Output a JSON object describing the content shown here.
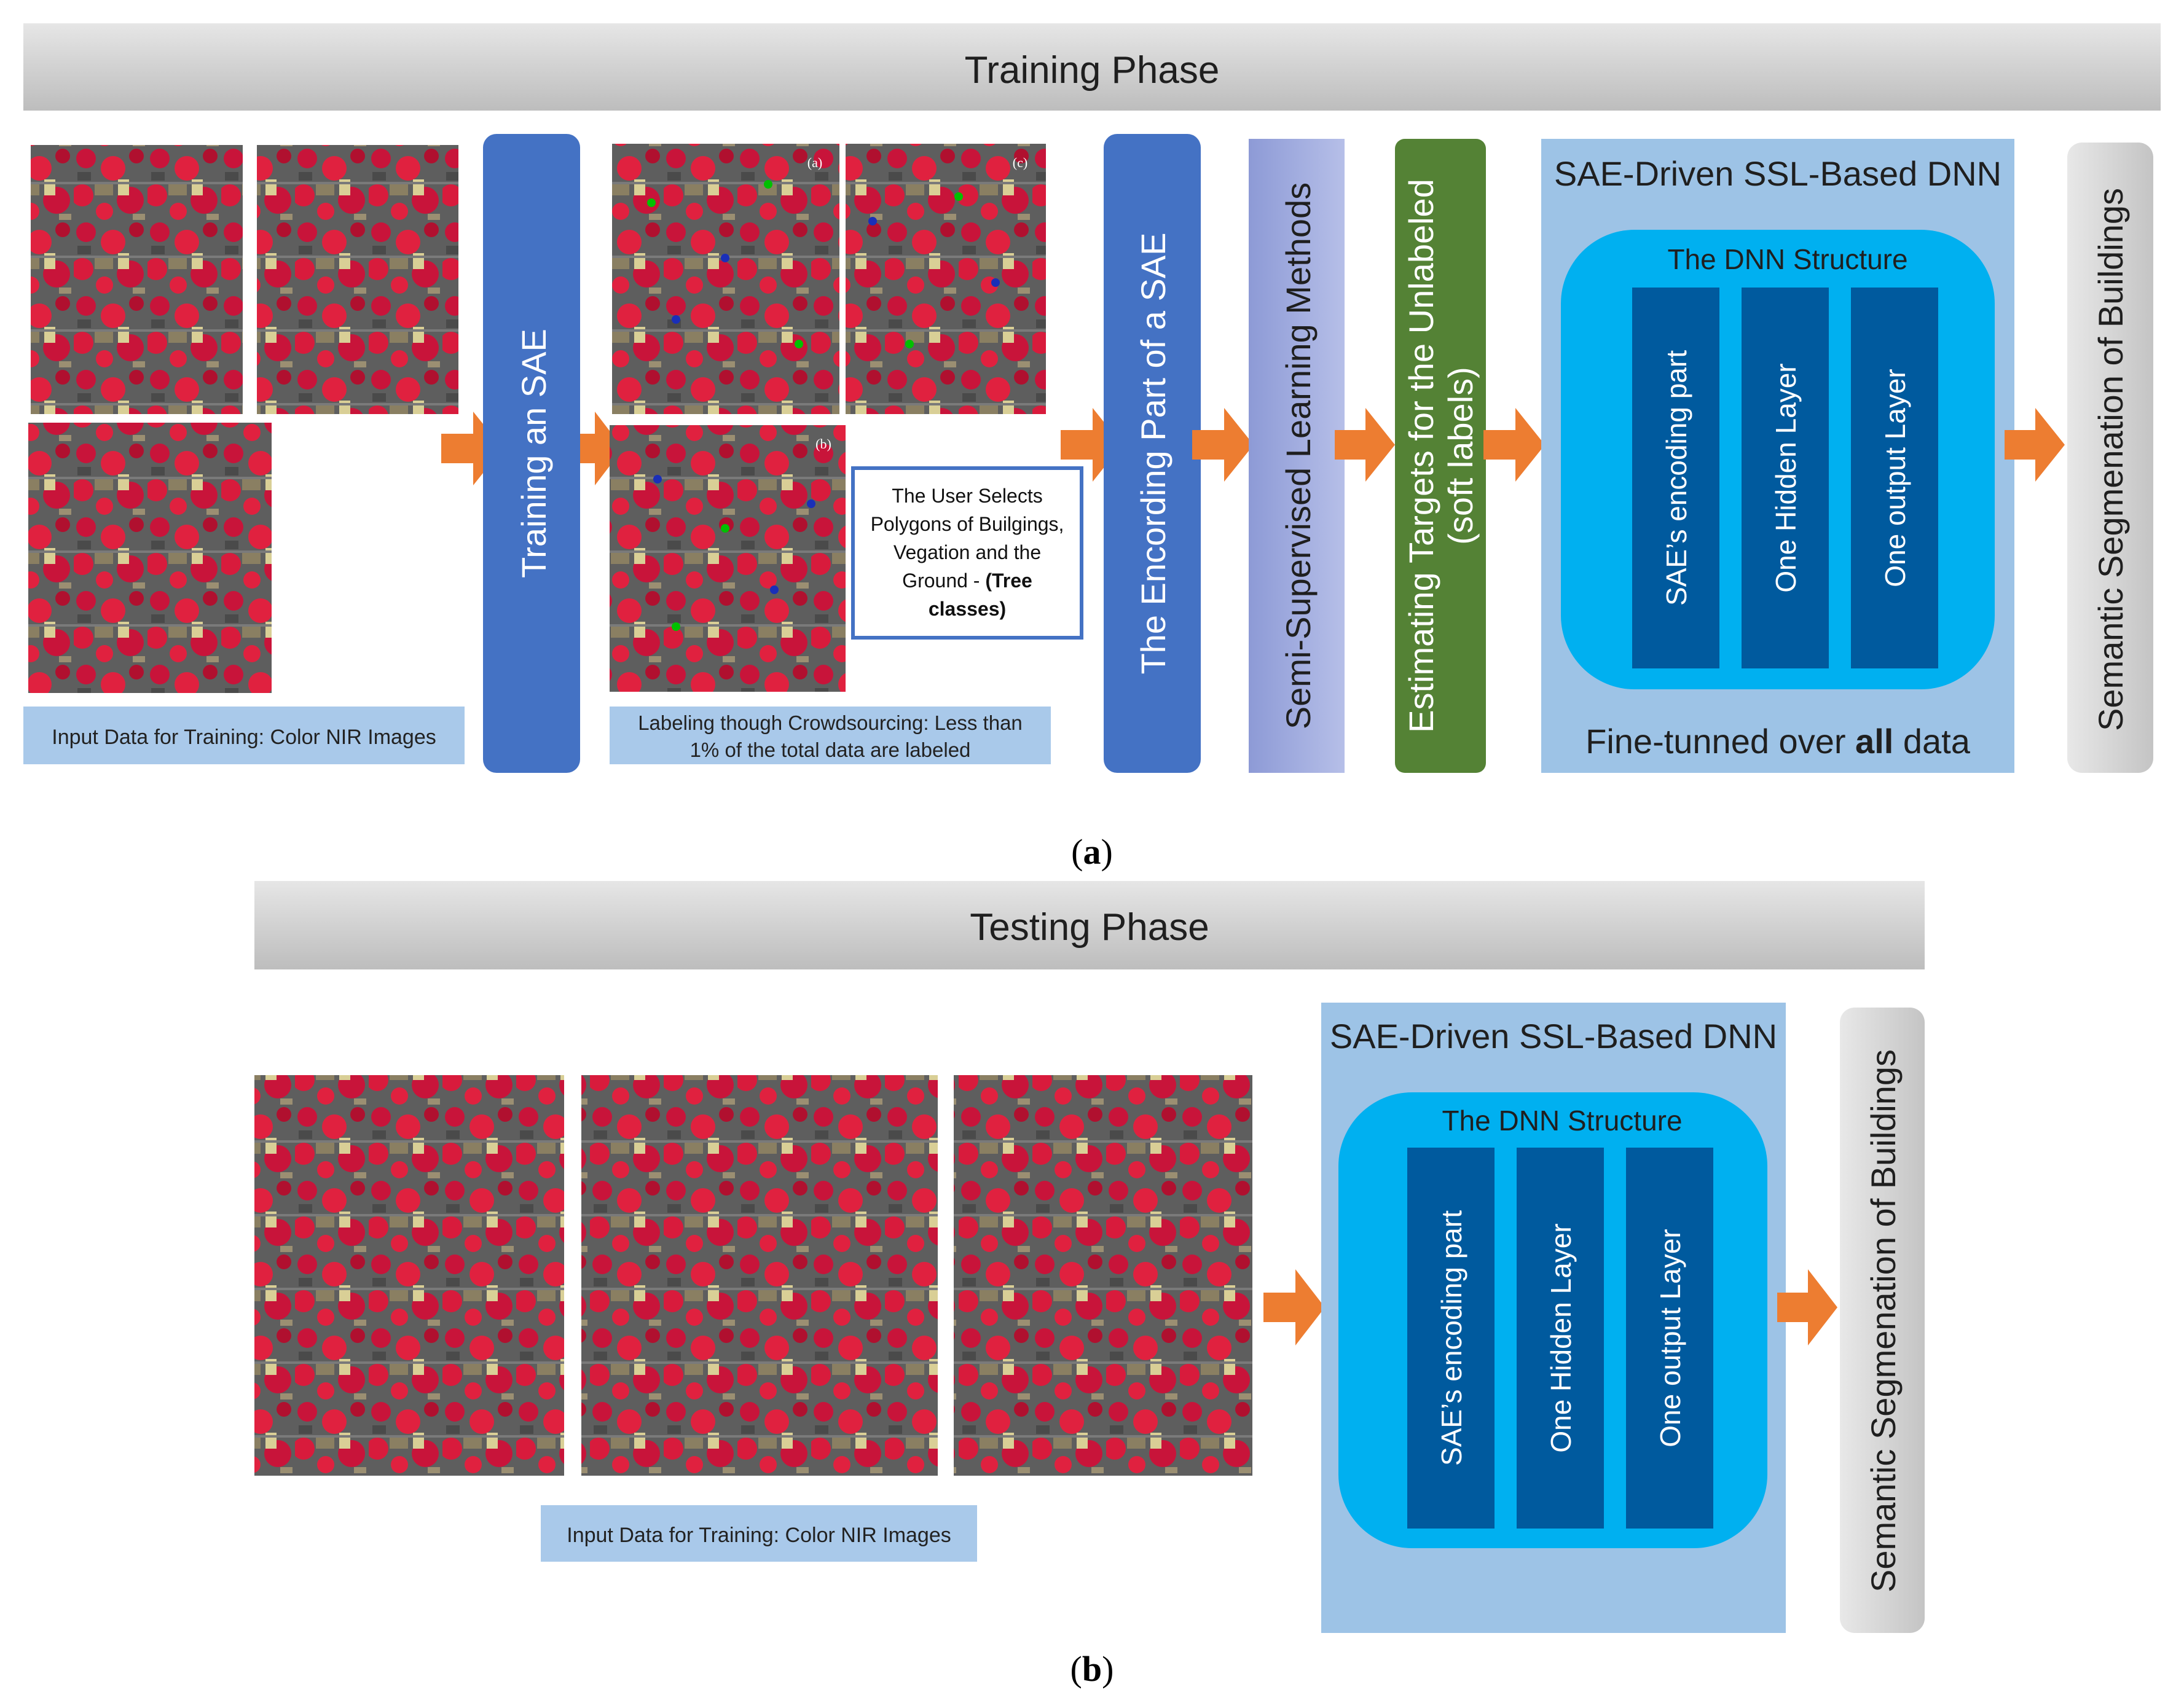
{
  "panel_a": {
    "header": "Training Phase",
    "input_caption": "Input Data for Training: Color NIR Images",
    "train_sae": "Training an SAE",
    "labeling_caption_line1": "Labeling though Crowdsourcing: Less than",
    "labeling_caption_line2": "1% of the total data are labeled",
    "callout_line1": "The User Selects",
    "callout_line2": "Polygons of Builgings,",
    "callout_line3": "Vegation and the",
    "callout_line4": "Ground - ",
    "callout_bold1": "(Tree",
    "callout_bold2": "classes)",
    "image_tag_a": "(a)",
    "image_tag_b": "(b)",
    "image_tag_c": "(c)",
    "encoding_part": "The Encording Part of a SAE",
    "ssl_methods": "Semi-Supervised Learning Methods",
    "targets_line1": "Estimating Targets for the Unlabeled",
    "targets_line2": "(soft labels)",
    "dnn_box_title": "SAE-Driven SSL-Based DNN",
    "dnn_structure": "The DNN Structure",
    "layer1": "SAE’s encoding part",
    "layer2": "One Hidden Layer",
    "layer3": "One output Layer",
    "finetune_pre": "Fine-tunned over ",
    "finetune_bold": "all",
    "finetune_post": " data",
    "output": "Semantic Segmenation of Buildings",
    "label": "(a)"
  },
  "panel_b": {
    "header": "Testing Phase",
    "input_caption": "Input Data for Training: Color NIR Images",
    "dnn_box_title": "SAE-Driven SSL-Based DNN",
    "dnn_structure": "The DNN Structure",
    "layer1": "SAE’s encoding part",
    "layer2": "One Hidden Layer",
    "layer3": "One output Layer",
    "output": "Semantic Segmenation of Buildings",
    "label": "(b)"
  },
  "colors": {
    "header_bar": "#c9c9c9",
    "blue_box": "#4472c4",
    "lavender_box": "#9aa6dc",
    "green_box": "#548235",
    "light_blue_panel": "#9dc3e6",
    "cyan_structure": "#00b0f0",
    "dark_blue_layer": "#005a9e",
    "arrow_orange": "#ed7d31",
    "output_gray": "#d0d0d0",
    "aerial_red": "#d81b3c",
    "aerial_gray": "#6b6b6b"
  }
}
